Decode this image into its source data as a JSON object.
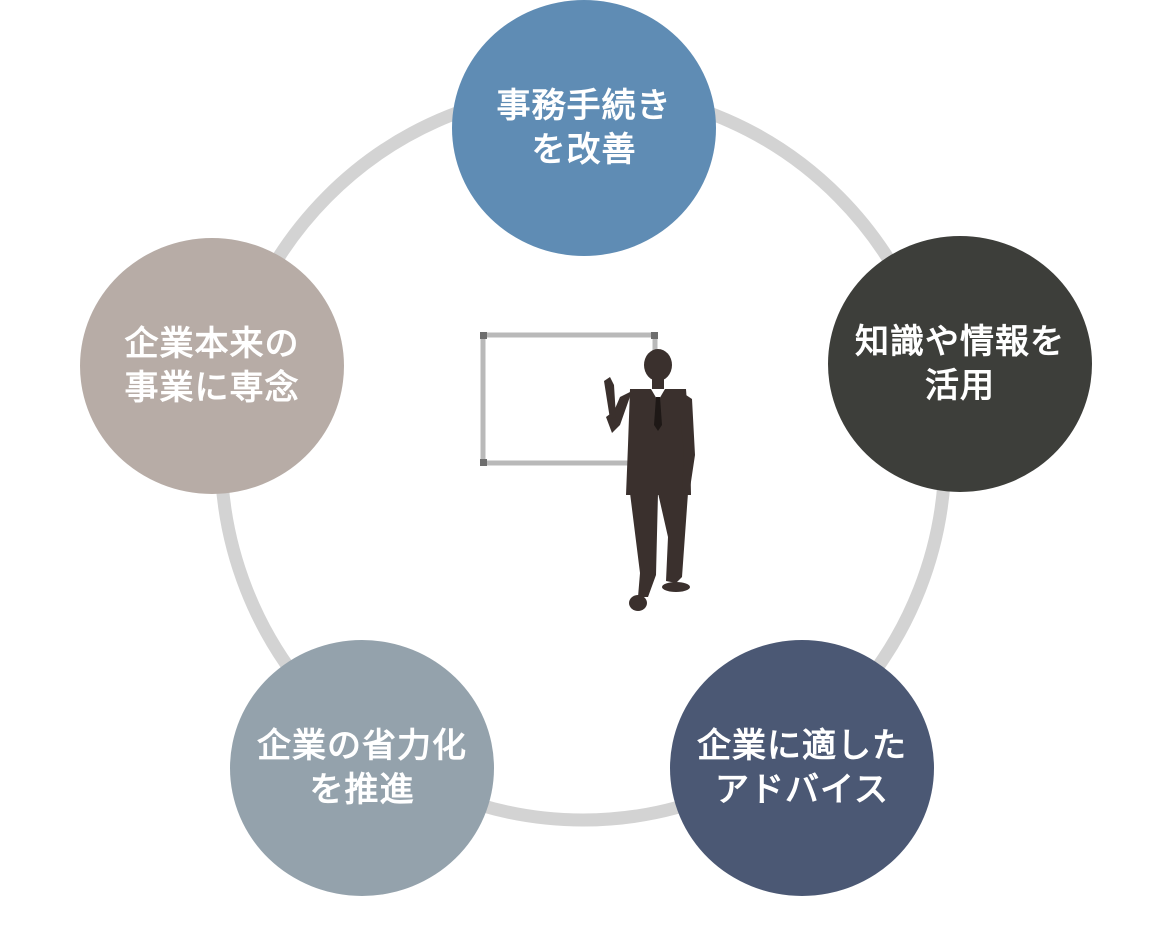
{
  "colors": {
    "ring": "#d3d3d3",
    "top": "#5f8cb4",
    "right": "#3d3e3a",
    "bottom_right": "#4b5874",
    "bottom_left": "#94a2ac",
    "left": "#b7aca6",
    "figure": "#3a302d"
  },
  "nodes": {
    "top": {
      "line1": "事務手続き",
      "line2": "を改善"
    },
    "right": {
      "line1": "知識や情報を",
      "line2": "活用"
    },
    "bottom_right": {
      "line1": "企業に適した",
      "line2": "アドバイス"
    },
    "bottom_left": {
      "line1": "企業の省力化",
      "line2": "を推進"
    },
    "left": {
      "line1": "企業本来の",
      "line2": "事業に専念"
    }
  },
  "center": {
    "icon": "presenter-with-whiteboard-icon"
  }
}
